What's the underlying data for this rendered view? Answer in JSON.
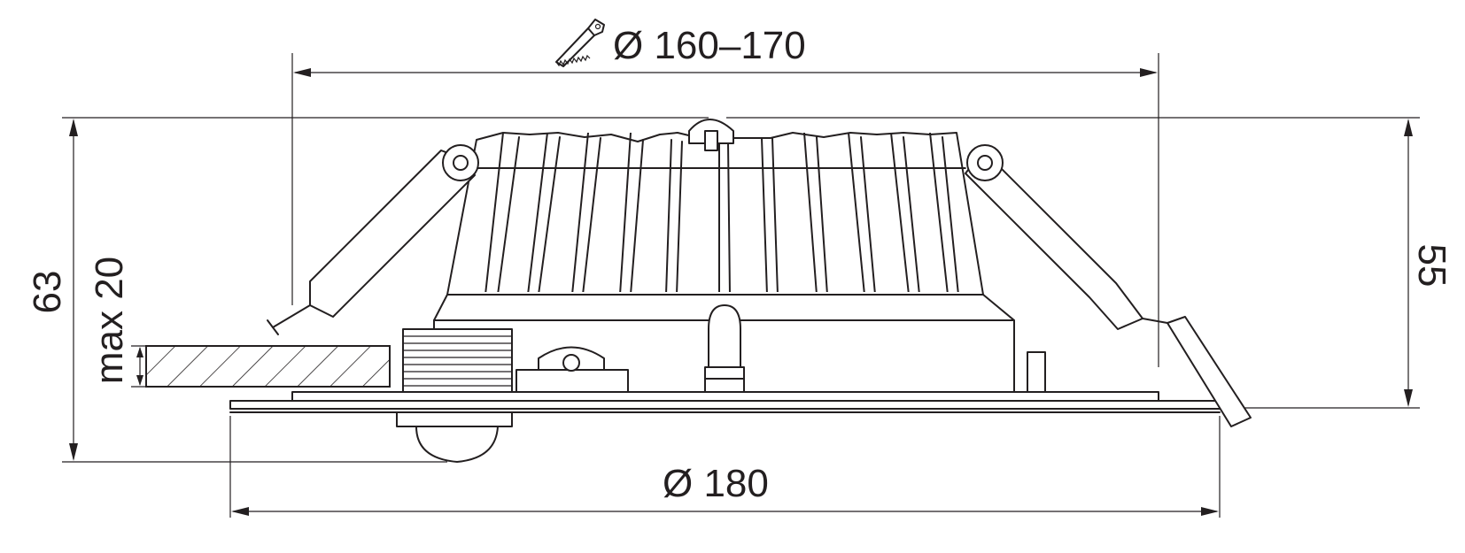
{
  "drawing": {
    "cutout_dimension": "Ø 160–170",
    "outer_diameter": "Ø 180",
    "total_height": "63",
    "body_height": "55",
    "max_ceiling_thickness": "max 20"
  },
  "icons": {
    "saw": "hand-saw-icon"
  },
  "colors": {
    "line": "#231f20",
    "background": "#ffffff"
  }
}
